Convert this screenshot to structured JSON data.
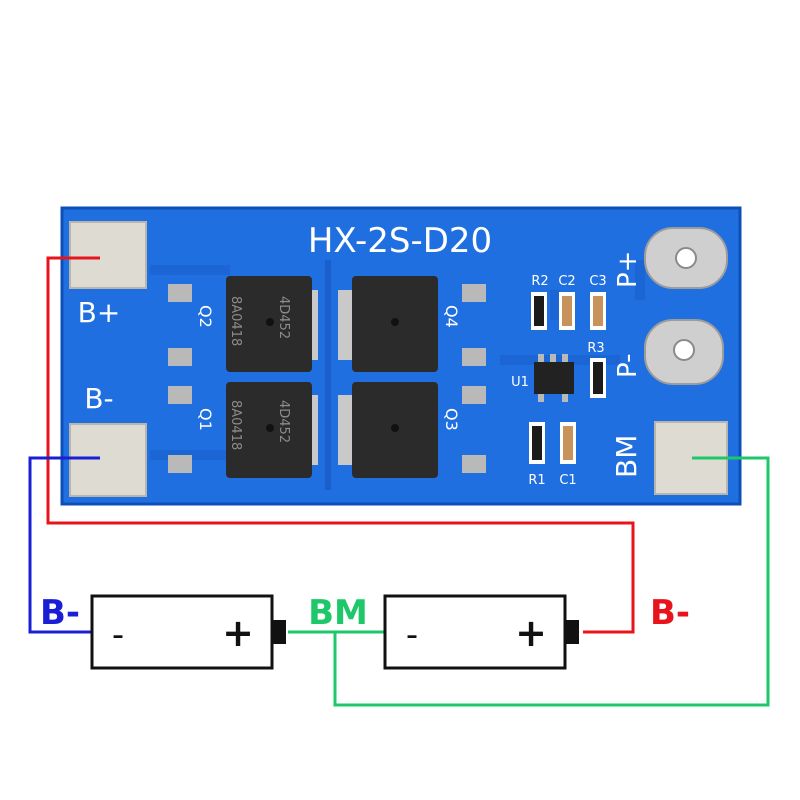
{
  "board": {
    "title": "HX-2S-D20",
    "pad_labels": {
      "b_plus": "B+",
      "b_minus": "B-",
      "bm": "BM",
      "p_plus": "P+",
      "p_minus": "P-"
    },
    "components": {
      "r2": "R2",
      "c2": "C2",
      "c3": "C3",
      "r3": "R3",
      "u1": "U1",
      "r1": "R1",
      "c1": "C1"
    },
    "mosfet_markings": {
      "q_top_left_side": "Q2",
      "q_top_right_side": "Q4",
      "q_bottom_left_side": "Q1",
      "q_bottom_right_side": "Q3",
      "part_code": "4D452",
      "lot_code": "8A0418"
    },
    "colors": {
      "pcb": "#1f6fe0",
      "pcb_edge": "#0d4fb8",
      "pad": "#dddbd2",
      "mosfet": "#2b2b2b",
      "lead": "#b9b9b9"
    }
  },
  "diagram": {
    "batteries": [
      {
        "minus_sign": "-",
        "plus_sign": "+"
      },
      {
        "minus_sign": "-",
        "plus_sign": "+"
      }
    ],
    "wire_labels": {
      "left": "B-",
      "middle": "BM",
      "right": "B-"
    },
    "colors": {
      "red": "#e8141c",
      "blue": "#1a1fd6",
      "green": "#1ec86a"
    }
  }
}
